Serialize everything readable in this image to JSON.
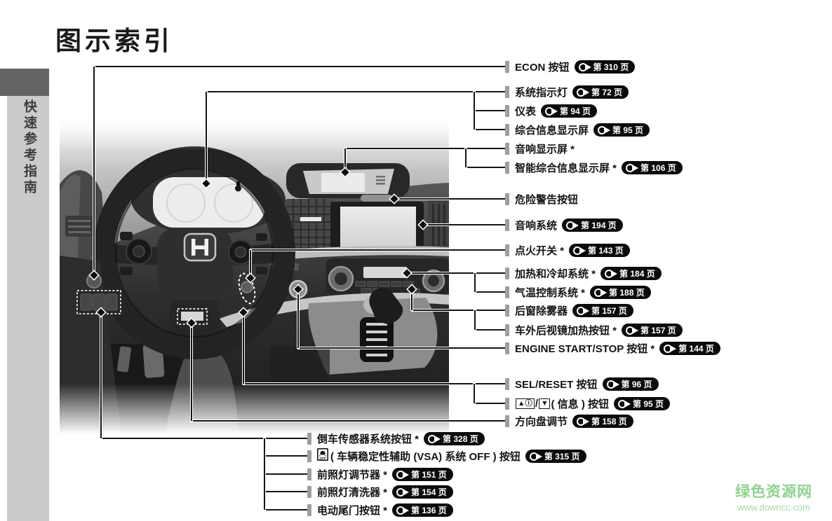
{
  "page": {
    "title": "图示索引"
  },
  "sidebar": {
    "tab": "快速参考指南"
  },
  "illustration": {
    "description": "仪表板图示",
    "logo_letter": "H"
  },
  "callouts": {
    "right": [
      {
        "label": "ECON 按钮",
        "page": "第 310 页"
      },
      {
        "label": "系统指示灯",
        "page": "第 72 页"
      },
      {
        "label": "仪表",
        "page": "第 94 页"
      },
      {
        "label": "综合信息显示屏",
        "page": "第 95 页"
      },
      {
        "label": "音响显示屏 *",
        "page": null
      },
      {
        "label": "智能综合信息显示屏 *",
        "page": "第 106 页"
      },
      {
        "label": "危险警告按钮",
        "page": null
      },
      {
        "label": "音响系统",
        "page": "第 194 页"
      },
      {
        "label": "点火开关 *",
        "page": "第 143 页"
      },
      {
        "label": "加热和冷却系统 *",
        "page": "第 184 页"
      },
      {
        "label": "气温控制系统 *",
        "page": "第 188 页"
      },
      {
        "label": "后窗除雾器",
        "page": "第 157 页"
      },
      {
        "label": "车外后视镜加热按钮 *",
        "page": "第 157 页"
      },
      {
        "label": "ENGINE START/STOP 按钮 *",
        "page": "第 144 页"
      },
      {
        "label": "SEL/RESET 按钮",
        "page": "第 96 页"
      },
      {
        "keys": [
          "▲ⓘ",
          "▼"
        ],
        "label": "( 信息 ) 按钮",
        "page": "第 95 页"
      },
      {
        "label": "方向盘调节",
        "page": "第 158 页"
      }
    ],
    "bottom": [
      {
        "label": "倒车传感器系统按钮 *",
        "page": "第 328 页"
      },
      {
        "icon": "vsa-off-icon",
        "label": "( 车辆稳定性辅助 (VSA) 系统 OFF ) 按钮",
        "page": "第 315 页"
      },
      {
        "label": "前照灯调节器 *",
        "page": "第 151 页"
      },
      {
        "label": "前照灯清洗器 *",
        "page": "第 154 页"
      },
      {
        "label": "电动尾门按钮 *",
        "page": "第 136 页"
      }
    ]
  },
  "watermark": {
    "site": "绿色资源网",
    "url": "www.downcc.com"
  },
  "colors": {
    "badge_bg": "#0b0b0b",
    "badge_text": "#ffffff",
    "tick": "#9e9e9e",
    "line": "#151515",
    "sidebar_tab": "#646464",
    "sidebar_strip": "#cbcbcb",
    "watermark_green": "#8fd28f"
  }
}
